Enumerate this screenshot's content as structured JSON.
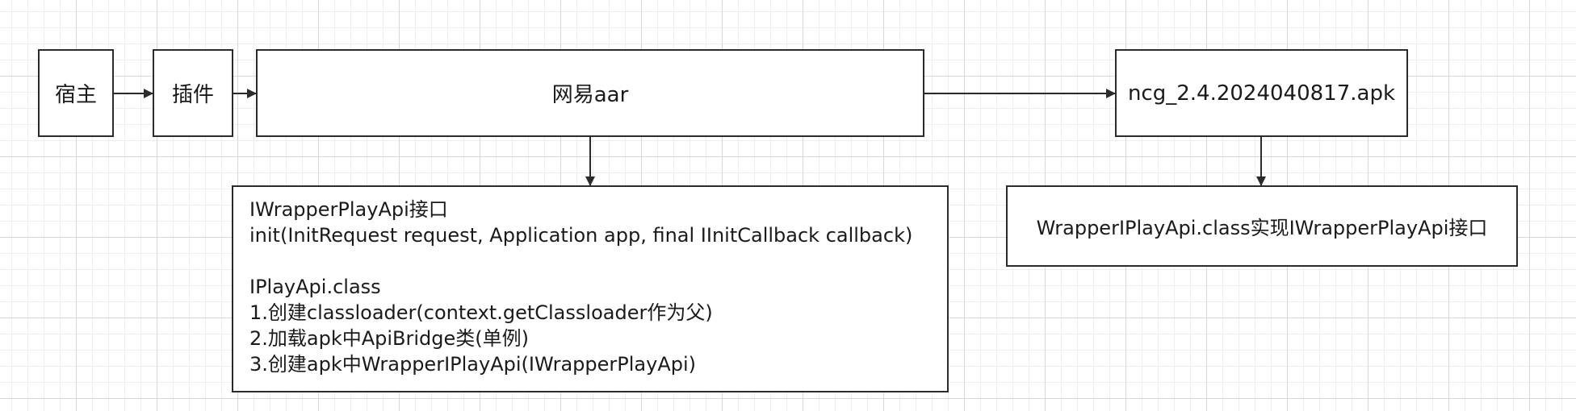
{
  "nodes": {
    "host": {
      "label": "宿主"
    },
    "plugin": {
      "label": "插件"
    },
    "netease_aar": {
      "label": "网易aar"
    },
    "apk": {
      "label": "ncg_2.4.2024040817.apk"
    },
    "interface_block": {
      "lines": [
        "IWrapperPlayApi接口",
        "init(InitRequest request, Application app, final IInitCallback callback)",
        "",
        "IPlayApi.class",
        "1.创建classloader(context.getClassloader作为父)",
        "2.加载apk中ApiBridge类(单例)",
        "3.创建apk中WrapperIPlayApi(IWrapperPlayApi)"
      ]
    },
    "impl_block": {
      "label": "WrapperIPlayApi.class实现IWrapperPlayApi接口"
    }
  },
  "edges": [
    {
      "from": "host",
      "to": "plugin"
    },
    {
      "from": "plugin",
      "to": "netease_aar"
    },
    {
      "from": "netease_aar",
      "to": "apk"
    },
    {
      "from": "netease_aar",
      "to": "interface_block"
    },
    {
      "from": "apk",
      "to": "impl_block"
    }
  ],
  "colors": {
    "stroke": "#2b2b2b",
    "background": "#ffffff"
  }
}
